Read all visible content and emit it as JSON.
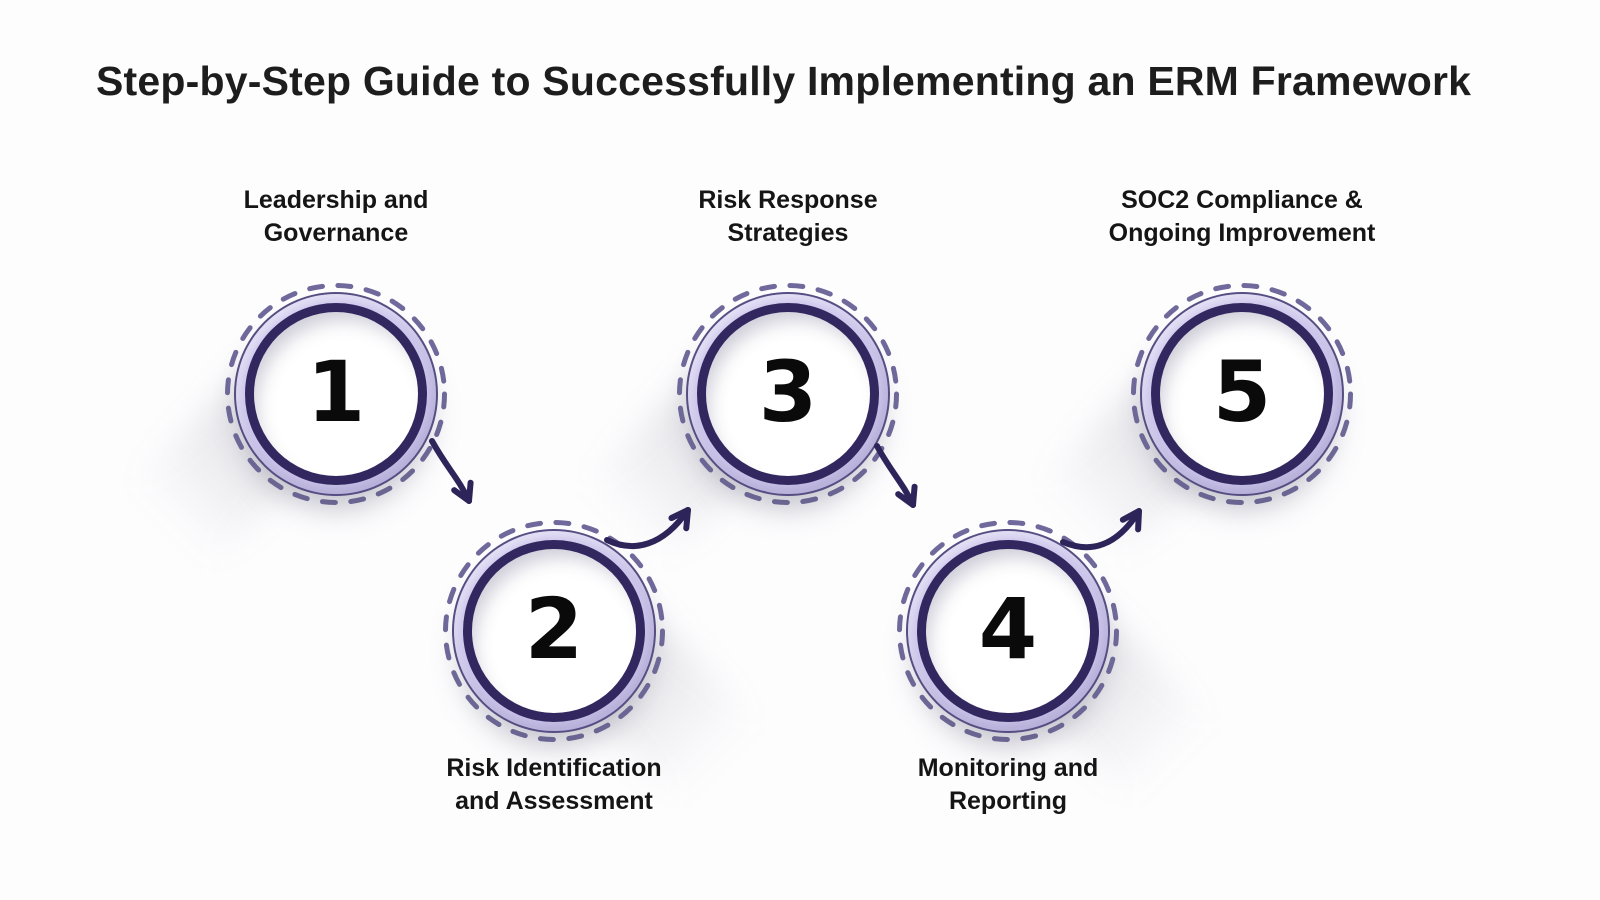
{
  "title": "Step-by-Step Guide to Successfully Implementing an ERM Framework",
  "colors": {
    "background": "#fdfdfe",
    "title_text": "#1d1d1d",
    "label_text": "#151515",
    "dashed_ring": "#6f6a9b",
    "lavender_ring": "#cdc6ec",
    "lavender_outline": "#564e82",
    "navy_ring": "#32285f",
    "circle_fill": "#ffffff",
    "number_text": "#0a0a0a",
    "arrow": "#2d2459"
  },
  "steps": [
    {
      "number": "1",
      "label": "Leadership and Governance",
      "label_lines": [
        "Leadership and",
        "Governance"
      ],
      "label_position": "above"
    },
    {
      "number": "2",
      "label": "Risk Identification and Assessment",
      "label_lines": [
        "Risk Identification",
        "and Assessment"
      ],
      "label_position": "below"
    },
    {
      "number": "3",
      "label": "Risk Response Strategies",
      "label_lines": [
        "Risk Response",
        "Strategies"
      ],
      "label_position": "above"
    },
    {
      "number": "4",
      "label": "Monitoring and Reporting",
      "label_lines": [
        "Monitoring and",
        "Reporting"
      ],
      "label_position": "below"
    },
    {
      "number": "5",
      "label": "SOC2 Compliance & Ongoing Improvement",
      "label_lines": [
        "SOC2 Compliance &",
        "Ongoing Improvement"
      ],
      "label_position": "above"
    }
  ],
  "connections": [
    {
      "from": "1",
      "to": "2"
    },
    {
      "from": "2",
      "to": "3"
    },
    {
      "from": "3",
      "to": "4"
    },
    {
      "from": "4",
      "to": "5"
    }
  ]
}
